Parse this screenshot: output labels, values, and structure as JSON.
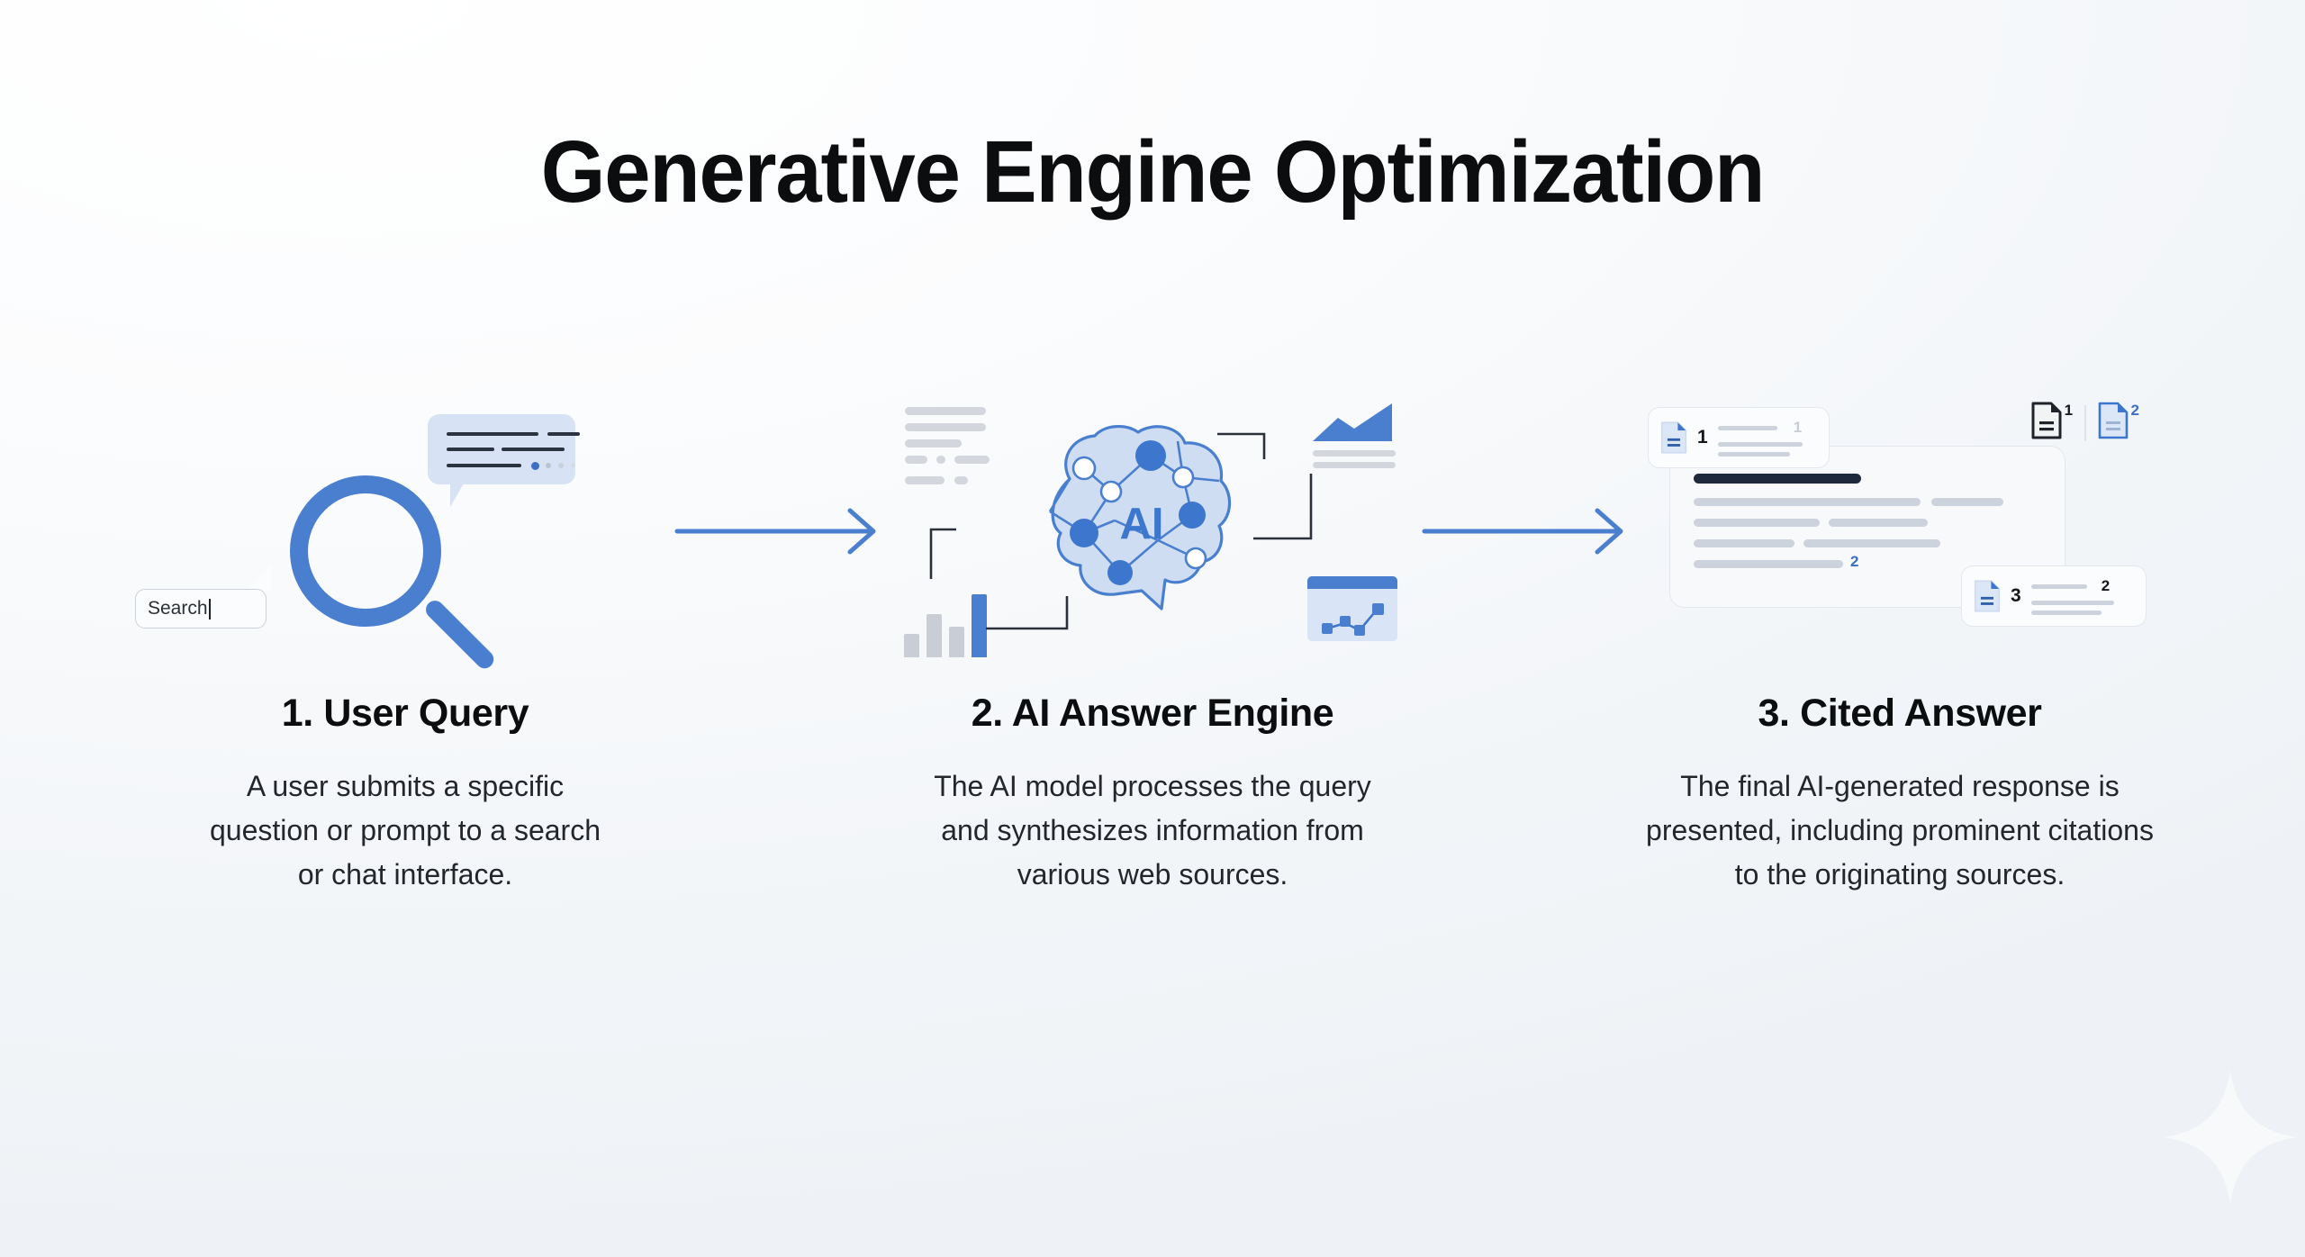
{
  "page": {
    "title": "Generative Engine Optimization",
    "background_color": "#f2f5f8",
    "accent_color": "#4a7fd0",
    "heading_color": "#0c0d0f",
    "watermark": "sparkle-star"
  },
  "steps": [
    {
      "number": "1.",
      "title": "1. User Query",
      "description": "A user submits a specific question or prompt to a search or chat interface.",
      "art": {
        "icon": "magnifying-glass",
        "search_field_value": "Search",
        "chat_bubble": "chat-bubble-with-text-lines"
      }
    },
    {
      "number": "2.",
      "title": "2. AI Answer Engine",
      "description": "The AI model processes the query and synthesizes information from various web sources.",
      "art": {
        "icon": "brain-network",
        "brain_label": "AI",
        "inputs": [
          "text-lines-block",
          "bar-chart"
        ],
        "outputs": [
          "area-chart",
          "scatter-line-chart-window"
        ]
      }
    },
    {
      "number": "3.",
      "title": "3. Cited Answer",
      "description": "The final AI-generated response is presented, including prominent citations to the originating sources.",
      "art": {
        "icon": "answer-card-with-citations",
        "inline_citation": "2",
        "citation_cards": [
          {
            "doc_number": "1",
            "superscript": "1"
          },
          {
            "doc_number": "3",
            "superscript": "2"
          }
        ],
        "source_docs": [
          {
            "label": "1",
            "style": "dark"
          },
          {
            "label": "2",
            "style": "blue"
          }
        ]
      }
    }
  ],
  "connectors": [
    {
      "name": "arrow-step1-to-step2",
      "glyph": "→"
    },
    {
      "name": "arrow-step2-to-step3",
      "glyph": "→"
    }
  ]
}
